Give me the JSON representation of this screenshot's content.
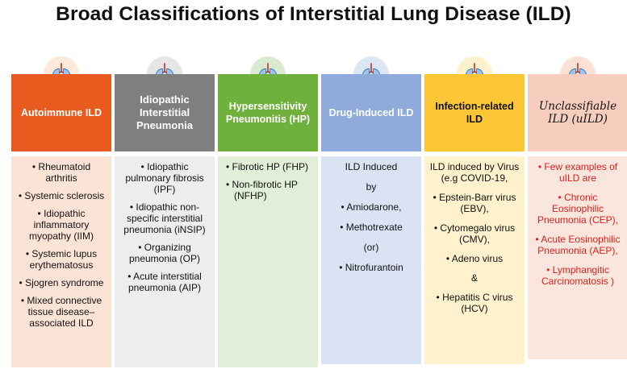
{
  "title": "Broad Classifications of Interstitial Lung Disease (ILD)",
  "columns": [
    {
      "header": "Autoimmune ILD",
      "items": [
        "• Rheumatoid arthritis",
        "• Systemic sclerosis",
        "• Idiopathic inflammatory myopathy (IIM)",
        "• Systemic lupus erythematosus",
        "• Sjogren syndrome",
        "• Mixed connective tissue disease–associated ILD"
      ]
    },
    {
      "header": "Idiopathic Interstitial Pneumonia",
      "items": [
        "• Idiopathic pulmonary fibrosis (IPF)",
        "• Idiopathic non-specific interstitial pneumonia (iNSIP)",
        "• Organizing pneumonia (OP)",
        "• Acute interstitial pneumonia (AIP)"
      ]
    },
    {
      "header": "Hypersensitivity Pneumonitis (HP)",
      "items": [
        "• Fibrotic HP (FHP)",
        "• Non-fibrotic HP (NFHP)"
      ]
    },
    {
      "header": "Drug-Induced ILD",
      "items": [
        "ILD Induced",
        "by",
        "•   Amiodarone,",
        "•   Methotrexate",
        "(or)",
        "•   Nitrofurantoin"
      ]
    },
    {
      "header": "Infection-related ILD",
      "items": [
        "ILD induced by Virus (e.g COVID-19,",
        "• Epstein-Barr virus (EBV),",
        "• Cytomegalo virus (CMV),",
        "• Adeno virus",
        "&",
        "• Hepatitis C virus (HCV)"
      ]
    },
    {
      "header": "Unclassifiable ILD (uILD)",
      "items": [
        "• Few examples of uILD are",
        "• Chronic Eosinophilic Pneumonia (CEP),",
        "• Acute Eosinophilic Pneumonia (AEP),",
        "• Lymphangitic Carcinomatosis )"
      ]
    }
  ],
  "colors": {
    "header_1": "#e85a1e",
    "body_1": "#fbe4d6",
    "header_2": "#7f7f7f",
    "body_2": "#ededed",
    "header_3": "#6fb13c",
    "body_3": "#e2efd8",
    "header_4": "#8fabdb",
    "body_4": "#dae3f3",
    "header_5": "#fdc637",
    "body_5": "#fff2cc",
    "header_6": "#f7cdbd",
    "body_6": "#fbe6dd",
    "text_red": "#e0201b"
  },
  "icons": [
    "lungs-icon",
    "lungs-icon",
    "lungs-icon",
    "lungs-icon",
    "lungs-icon",
    "lungs-icon"
  ]
}
